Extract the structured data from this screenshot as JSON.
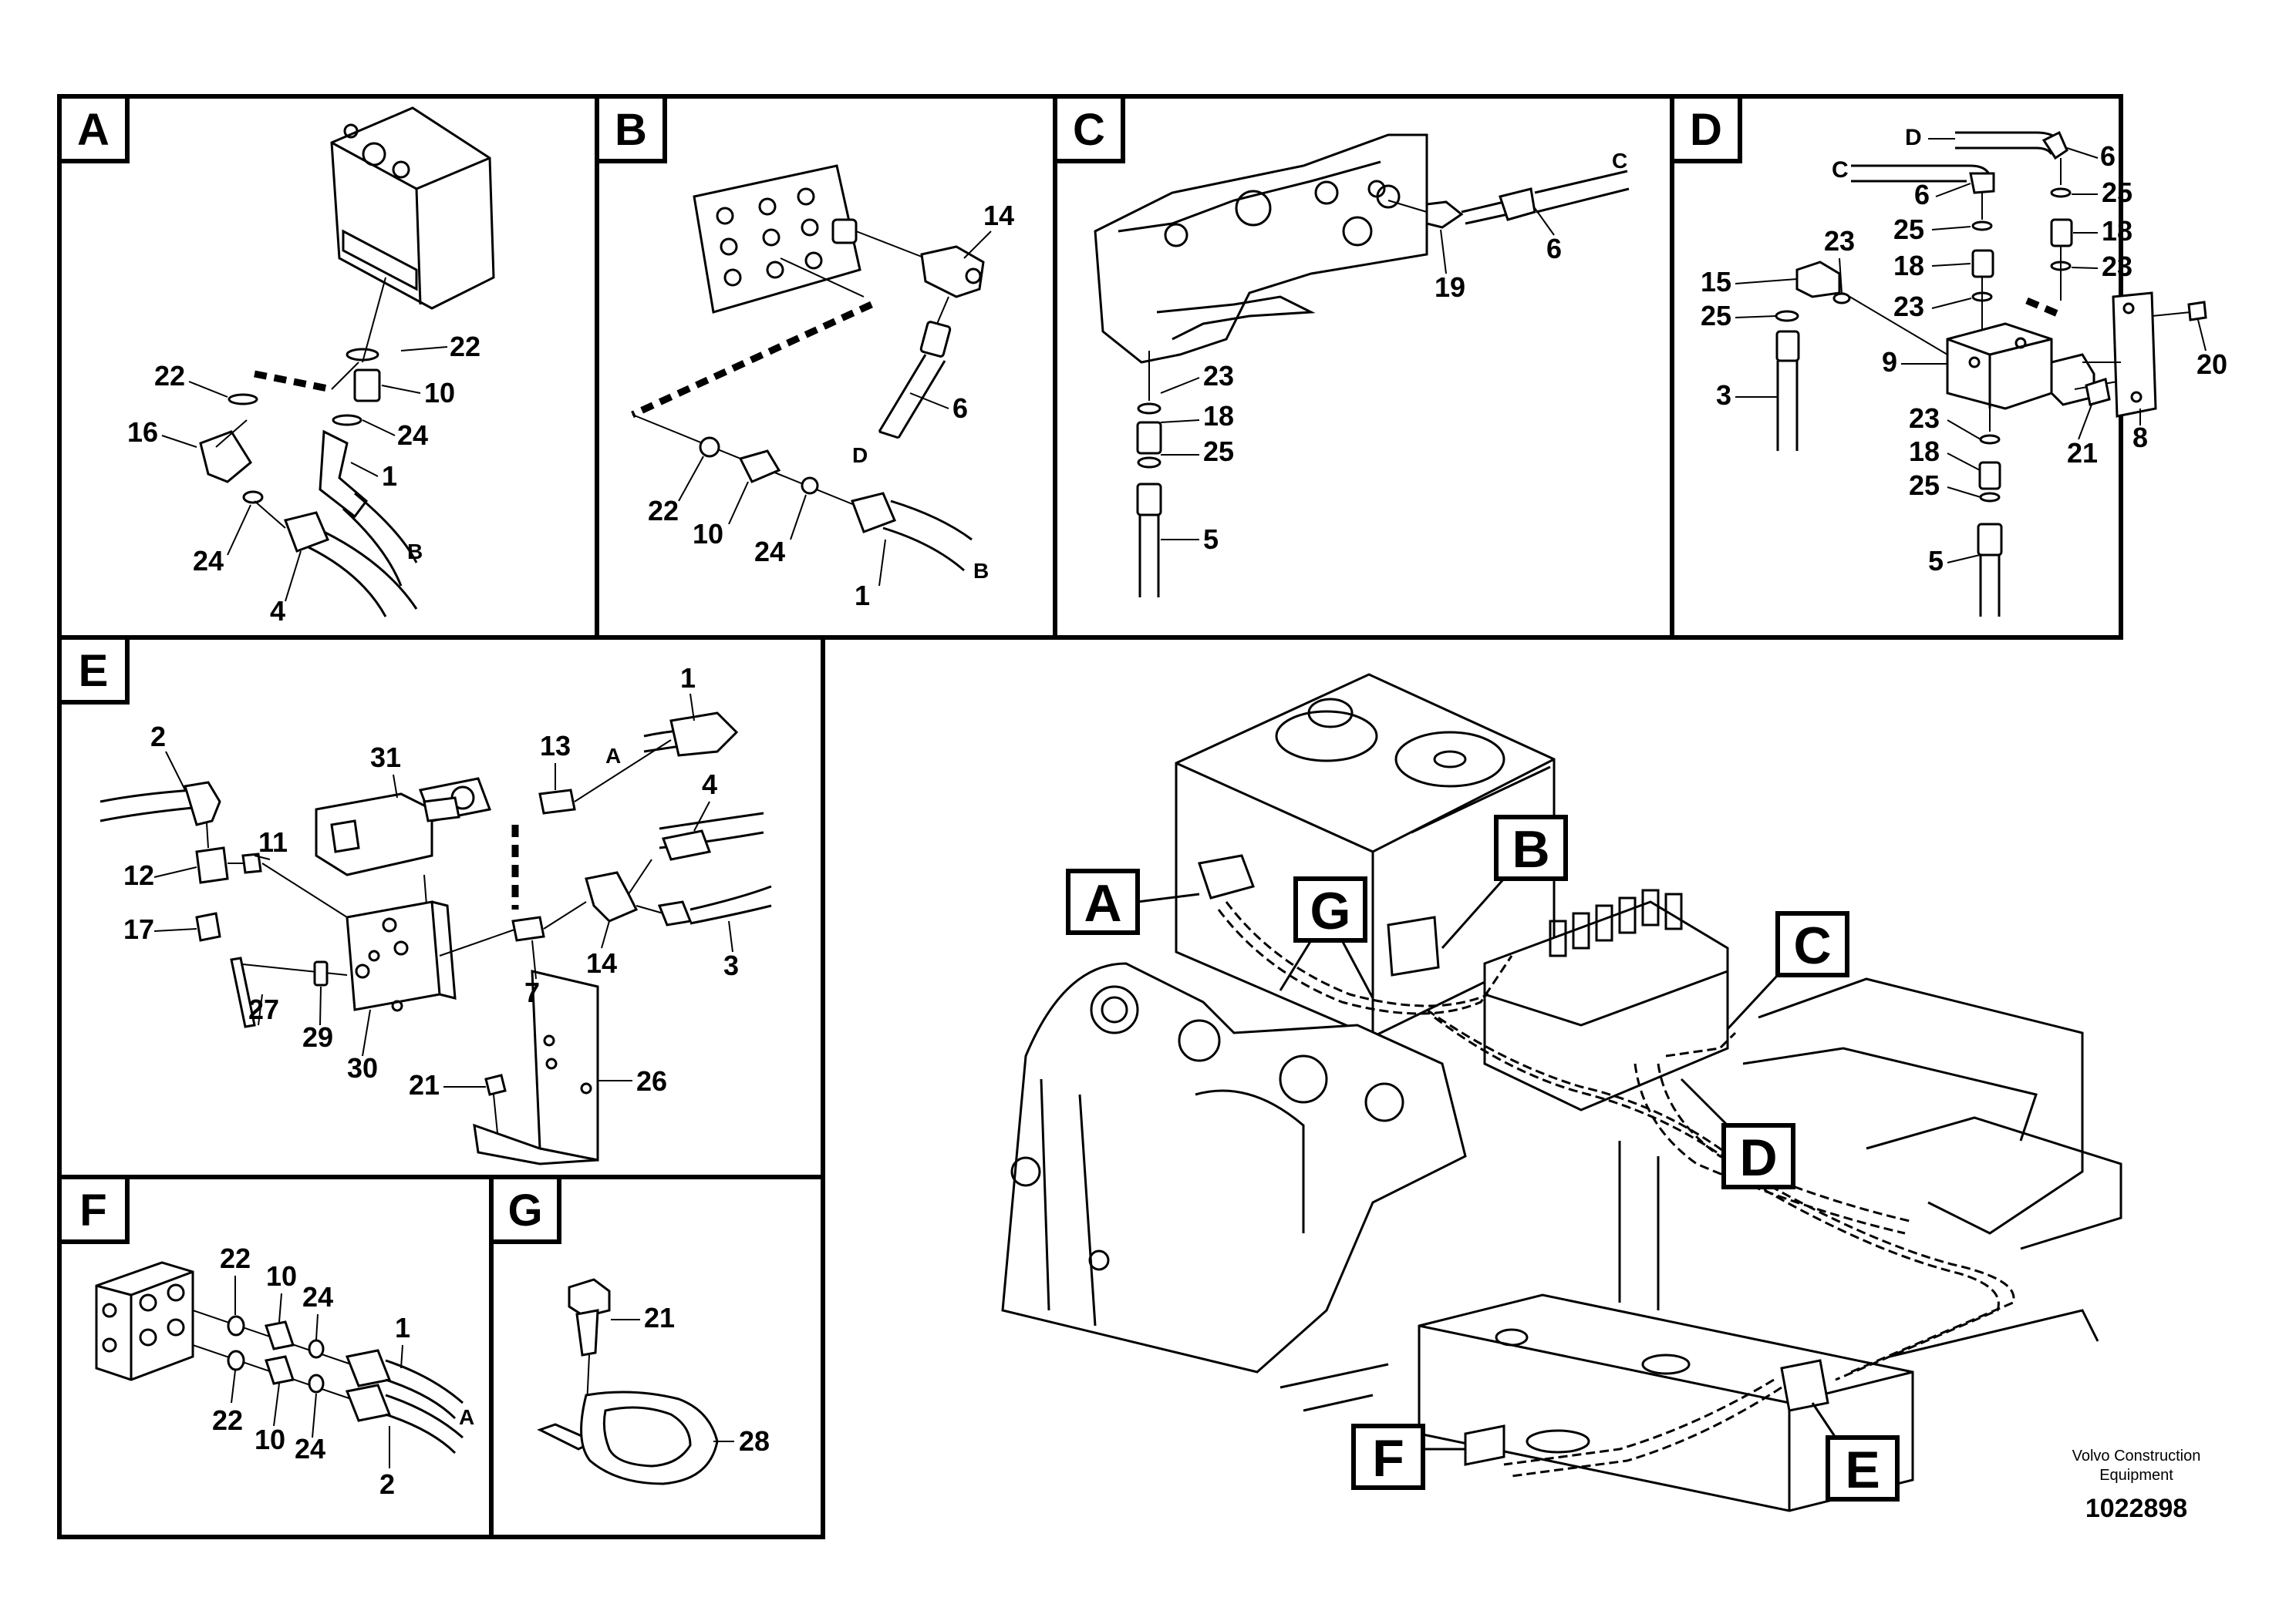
{
  "panels": {
    "A": {
      "label": "A",
      "callouts": {
        "c1": "22",
        "c2": "16",
        "c3": "24",
        "c4": "4",
        "c5": "22",
        "c6": "10",
        "c7": "24",
        "c8": "1",
        "c9": "B"
      }
    },
    "B": {
      "label": "B",
      "callouts": {
        "c1": "14",
        "c2": "6",
        "c3": "D",
        "c4": "22",
        "c5": "10",
        "c6": "24",
        "c7": "1",
        "c8": "B"
      }
    },
    "C": {
      "label": "C",
      "callouts": {
        "c1": "C",
        "c2": "6",
        "c3": "19",
        "c4": "23",
        "c5": "18",
        "c6": "25",
        "c7": "5"
      }
    },
    "D": {
      "label": "D",
      "callouts": {
        "c1": "D",
        "c2": "6",
        "c3": "C",
        "c4": "6",
        "c5": "25",
        "c6": "25",
        "c7": "18",
        "c8": "18",
        "c9": "23",
        "c10": "23",
        "c11": "23",
        "c12": "15",
        "c13": "25",
        "c14": "3",
        "c15": "9",
        "c16": "20",
        "c17": "23",
        "c18": "18",
        "c19": "25",
        "c20": "21",
        "c21": "8",
        "c22": "5"
      }
    },
    "E": {
      "label": "E",
      "callouts": {
        "c1": "1",
        "c2": "A",
        "c3": "2",
        "c4": "31",
        "c5": "13",
        "c6": "4",
        "c7": "11",
        "c8": "12",
        "c9": "17",
        "c10": "27",
        "c11": "29",
        "c12": "30",
        "c13": "7",
        "c14": "14",
        "c15": "3",
        "c16": "21",
        "c17": "26"
      }
    },
    "F": {
      "label": "F",
      "callouts": {
        "c1": "22",
        "c2": "10",
        "c3": "24",
        "c4": "1",
        "c5": "A",
        "c6": "22",
        "c7": "10",
        "c8": "24",
        "c9": "2"
      }
    },
    "G": {
      "label": "G",
      "callouts": {
        "c1": "21",
        "c2": "28"
      }
    }
  },
  "overview": {
    "callouts": {
      "A": "A",
      "G": "G",
      "B": "B",
      "C": "C",
      "D": "D",
      "F": "F",
      "E": "E"
    }
  },
  "footer": {
    "brand_line1": "Volvo Construction",
    "brand_line2": "Equipment",
    "drawing_number": "1022898"
  }
}
